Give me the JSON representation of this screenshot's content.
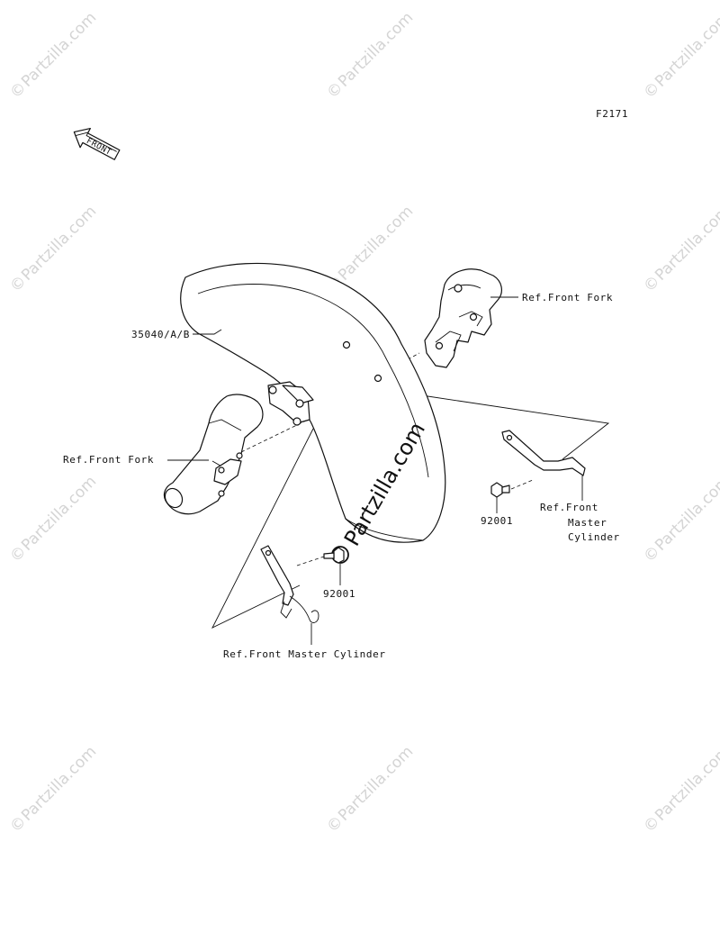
{
  "figure_code": "F2171",
  "front_arrow_label": "FRONT",
  "watermark_text": "Partzilla.com",
  "watermark_symbol": "©",
  "labels": {
    "fender_part": "35040/A/B",
    "ref_front_fork_upper": "Ref.Front Fork",
    "ref_front_fork_left": "Ref.Front Fork",
    "bolt_right": "92001",
    "bolt_center": "92001",
    "ref_master_cyl_right": [
      "Ref.Front",
      "Master",
      "Cylinder"
    ],
    "ref_master_cyl_bottom": "Ref.Front Master Cylinder"
  }
}
